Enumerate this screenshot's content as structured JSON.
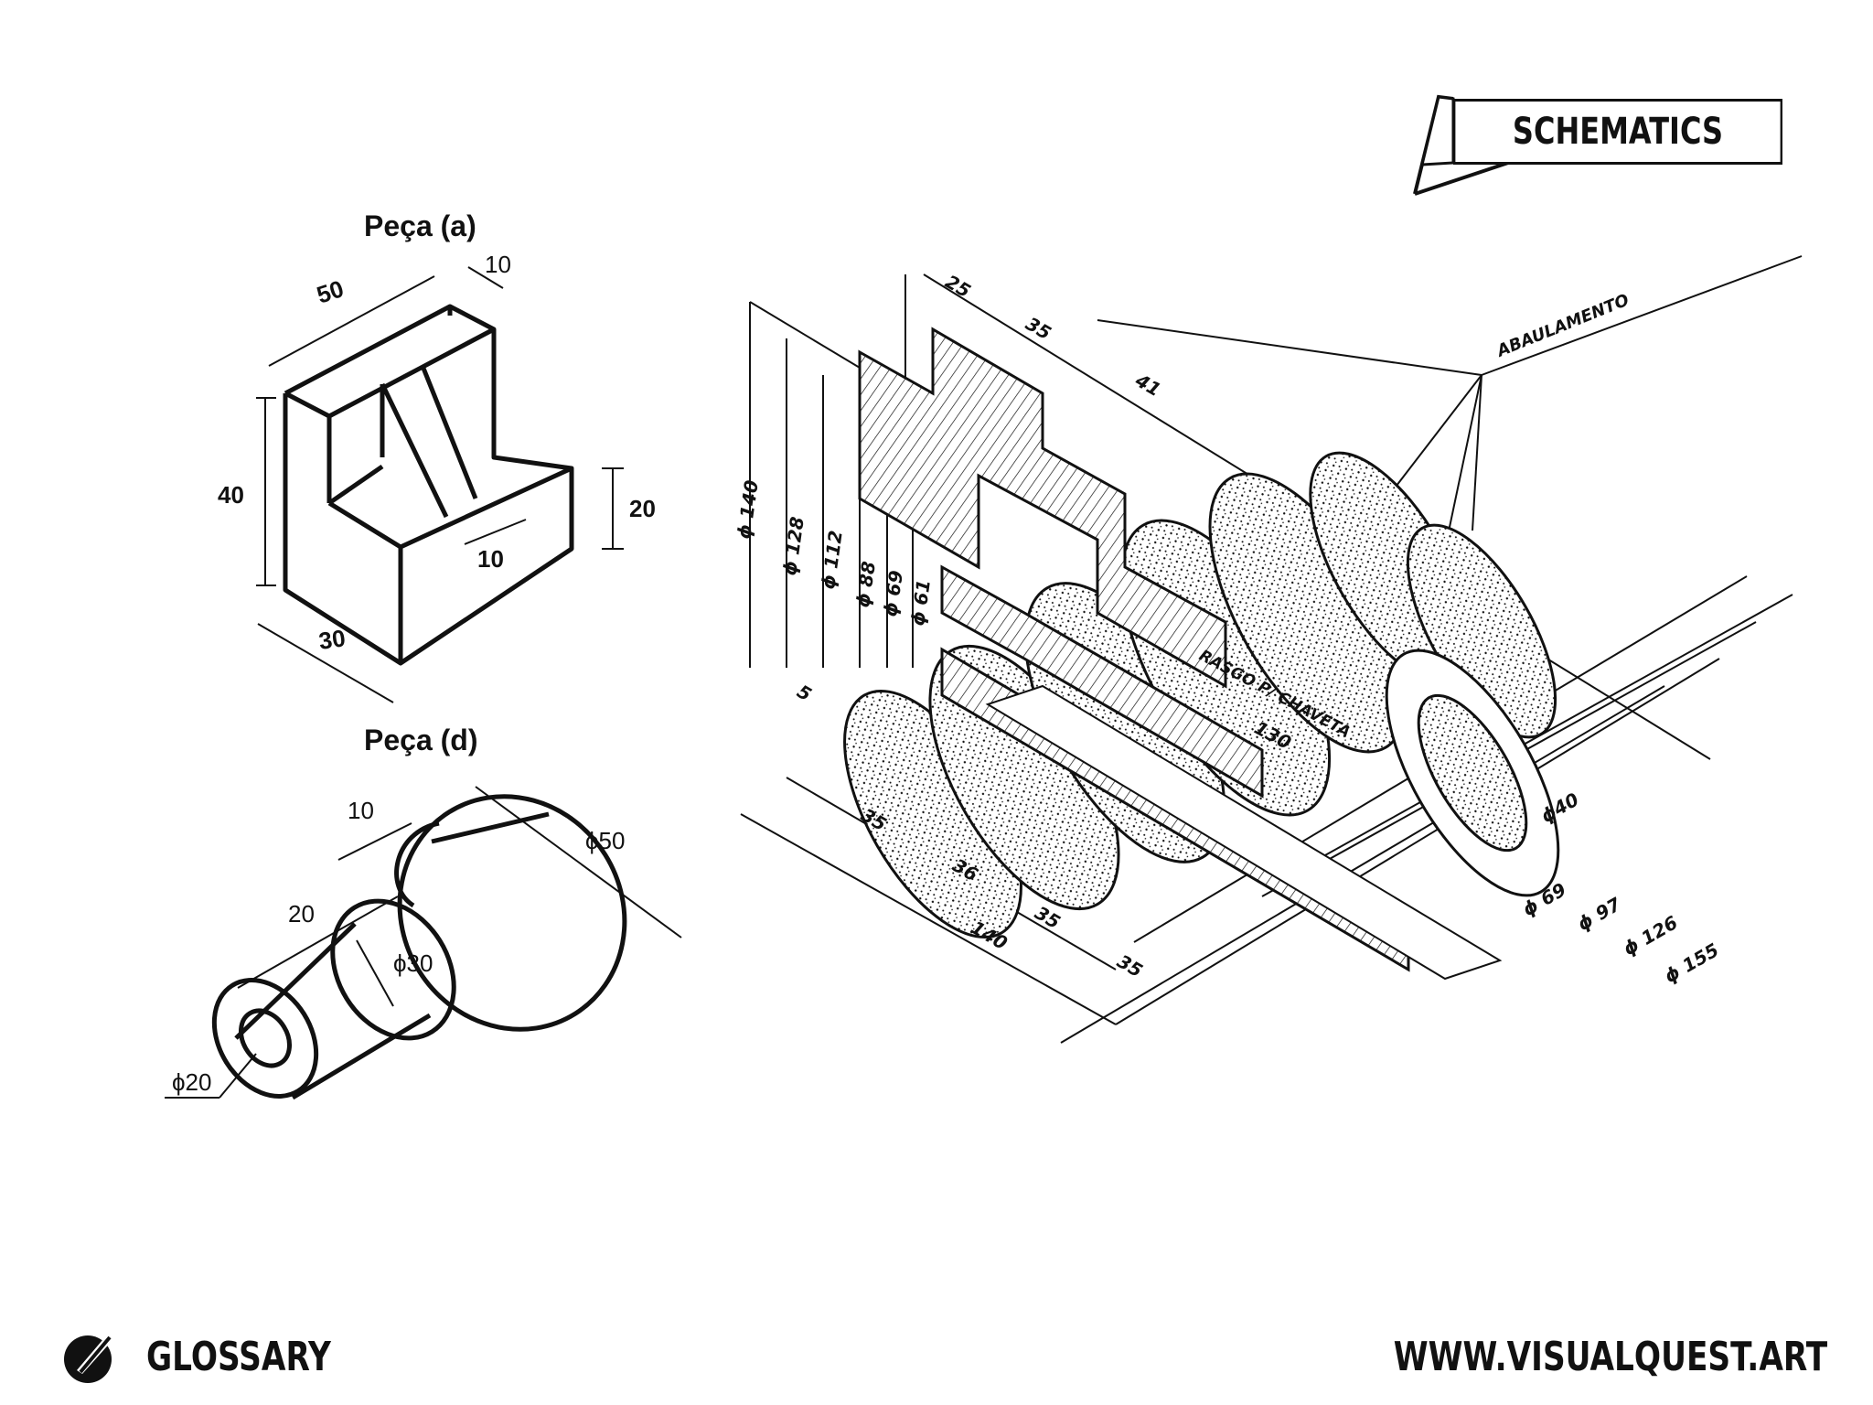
{
  "header": {
    "badge_label": "SCHEMATICS"
  },
  "part_a": {
    "title": "Peça (a)",
    "dims": {
      "top_length": "50",
      "top_thickness": "10",
      "height": "40",
      "step_height": "20",
      "slot_width": "10",
      "depth": "30"
    }
  },
  "part_d": {
    "title": "Peça (d)",
    "dims": {
      "flange_thickness": "10",
      "shaft_length": "20",
      "outer_diameter": "ϕ50",
      "shaft_diameter": "ϕ30",
      "bore_diameter": "ϕ20"
    }
  },
  "section_view": {
    "labels": {
      "top_25": "25",
      "top_35": "35",
      "top_41": "41",
      "callout": "ABAULAMENTO",
      "d140": "ϕ 140",
      "d128": "ϕ 128",
      "d112": "ϕ 112",
      "d88": "ϕ 88",
      "d69": "ϕ 69",
      "d61": "ϕ 61",
      "five": "5",
      "b35a": "35",
      "b36": "36",
      "b35b": "35",
      "b140": "140",
      "b35c": "35",
      "bore_note": "RASGO P/ CHAVETA",
      "length_130": "130",
      "r40": "ϕ40",
      "r69": "ϕ 69",
      "r97": "ϕ 97",
      "r126": "ϕ 126",
      "r155": "ϕ 155"
    }
  },
  "footer": {
    "glossary_label": "GLOSSARY",
    "website": "WWW.VISUALQUEST.ART"
  },
  "icons": {
    "logo": "quill-logo-icon"
  },
  "colors": {
    "ink": "#111111",
    "background": "#ffffff"
  }
}
